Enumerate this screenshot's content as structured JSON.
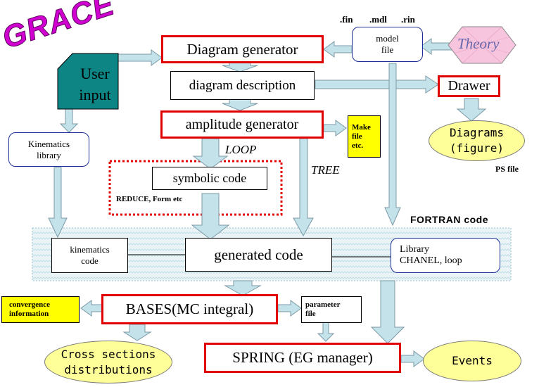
{
  "logo": "GRACE",
  "extensions": [
    ".fin",
    ".mdl",
    ".rin"
  ],
  "theory": "Theory",
  "model_file": "model\nfile",
  "diagram_generator": "Diagram generator",
  "user_input": "User\ninput",
  "diagram_description": "diagram description",
  "drawer": "Drawer",
  "diagrams_figure": "Diagrams\n(figure)",
  "ps_file": "PS file",
  "amplitude_generator": "amplitude generator",
  "make_file": "Make\nfile\netc.",
  "kinematics_library": "Kinematics\nlibrary",
  "loop_label": "LOOP",
  "tree_label": "TREE",
  "symbolic_code": "symbolic code",
  "reduce_form": "REDUCE, Form etc",
  "fortran_code": "FORTRAN code",
  "kinematics_code": "kinematics\ncode",
  "generated_code": "generated code",
  "library": "Library\nCHANEL, loop",
  "convergence_info": "convergence\ninformation",
  "bases": "BASES(MC integral)",
  "parameter_file": "parameter\nfile",
  "cross_sections": "Cross sections\ndistributions",
  "spring": "SPRING (EG manager)",
  "events": "Events",
  "colors": {
    "accent_red": "#e00000",
    "arrow_fill": "#c3e2ea",
    "teal": "#0e8585",
    "ellipse": "#ffff99",
    "logo": "#d000d0"
  }
}
